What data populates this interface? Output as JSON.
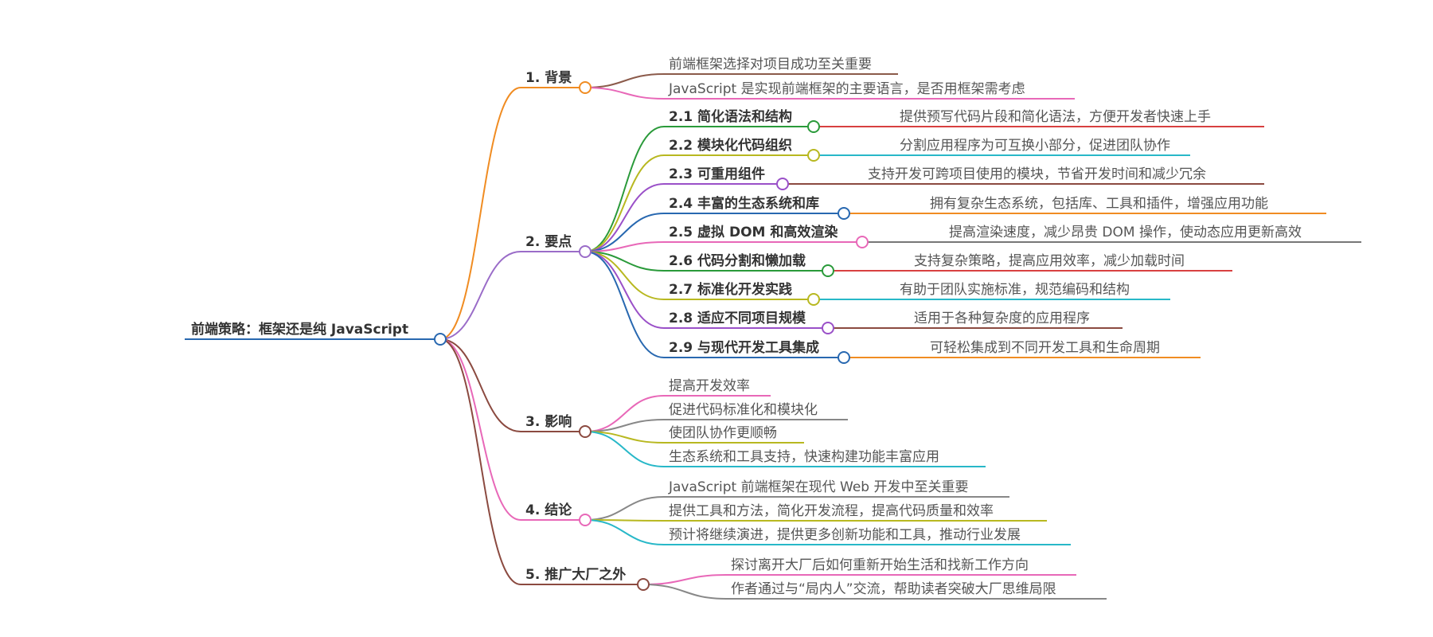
{
  "root": {
    "label": "前端策略：框架还是纯 JavaScript"
  },
  "branches": [
    {
      "label": "1. 背景",
      "color": "#f08c22",
      "children": [
        {
          "label": "前端框架选择对项目成功至关重要",
          "color": "#8b5a4a"
        },
        {
          "label": "JavaScript 是实现前端框架的主要语言，是否用框架需考虑",
          "color": "#e868b8"
        }
      ]
    },
    {
      "label": "2. 要点",
      "color": "#9a6cc8",
      "children": [
        {
          "label": "2.1 简化语法和结构",
          "color": "#2a9a3a",
          "leaf": {
            "label": "提供预写代码片段和简化语法，方便开发者快速上手",
            "color": "#d84040"
          }
        },
        {
          "label": "2.2 模块化代码组织",
          "color": "#b8b820",
          "leaf": {
            "label": "分割应用程序为可互换小部分，促进团队协作",
            "color": "#28b8c8"
          }
        },
        {
          "label": "2.3 可重用组件",
          "color": "#9a50c8",
          "leaf": {
            "label": "支持开发可跨项目使用的模块，节省开发时间和减少冗余",
            "color": "#8b4a40"
          }
        },
        {
          "label": "2.4 丰富的生态系统和库",
          "color": "#2868b0",
          "leaf": {
            "label": "拥有复杂生态系统，包括库、工具和插件，增强应用功能",
            "color": "#f08c22"
          }
        },
        {
          "label": "2.5 虚拟 DOM 和高效渲染",
          "color": "#e868b8",
          "leaf": {
            "label": "提高渲染速度，减少昂贵 DOM 操作，使动态应用更新高效",
            "color": "#777777"
          }
        },
        {
          "label": "2.6 代码分割和懒加载",
          "color": "#2a9a3a",
          "leaf": {
            "label": "支持复杂策略，提高应用效率，减少加载时间",
            "color": "#d84040"
          }
        },
        {
          "label": "2.7 标准化开发实践",
          "color": "#b8b820",
          "leaf": {
            "label": "有助于团队实施标准，规范编码和结构",
            "color": "#28b8c8"
          }
        },
        {
          "label": "2.8 适应不同项目规模",
          "color": "#9a50c8",
          "leaf": {
            "label": "适用于各种复杂度的应用程序",
            "color": "#8b4a40"
          }
        },
        {
          "label": "2.9 与现代开发工具集成",
          "color": "#2868b0",
          "leaf": {
            "label": "可轻松集成到不同开发工具和生命周期",
            "color": "#f08c22"
          }
        }
      ]
    },
    {
      "label": "3. 影响",
      "color": "#8b4a40",
      "children": [
        {
          "label": "提高开发效率",
          "color": "#e868b8"
        },
        {
          "label": "促进代码标准化和模块化",
          "color": "#888888"
        },
        {
          "label": "使团队协作更顺畅",
          "color": "#b8b820"
        },
        {
          "label": "生态系统和工具支持，快速构建功能丰富应用",
          "color": "#28b8c8"
        }
      ]
    },
    {
      "label": "4. 结论",
      "color": "#e868b8",
      "children": [
        {
          "label": "JavaScript 前端框架在现代 Web 开发中至关重要",
          "color": "#888888"
        },
        {
          "label": "提供工具和方法，简化开发流程，提高代码质量和效率",
          "color": "#b8b820"
        },
        {
          "label": "预计将继续演进，提供更多创新功能和工具，推动行业发展",
          "color": "#28b8c8"
        }
      ]
    },
    {
      "label": "5. 推广大厂之外",
      "color": "#8b4a40",
      "children": [
        {
          "label": "探讨离开大厂后如何重新开始生活和找新工作方向",
          "color": "#e868b8"
        },
        {
          "label": "作者通过与“局内人”交流，帮助读者突破大厂思维局限",
          "color": "#888888"
        }
      ]
    }
  ]
}
